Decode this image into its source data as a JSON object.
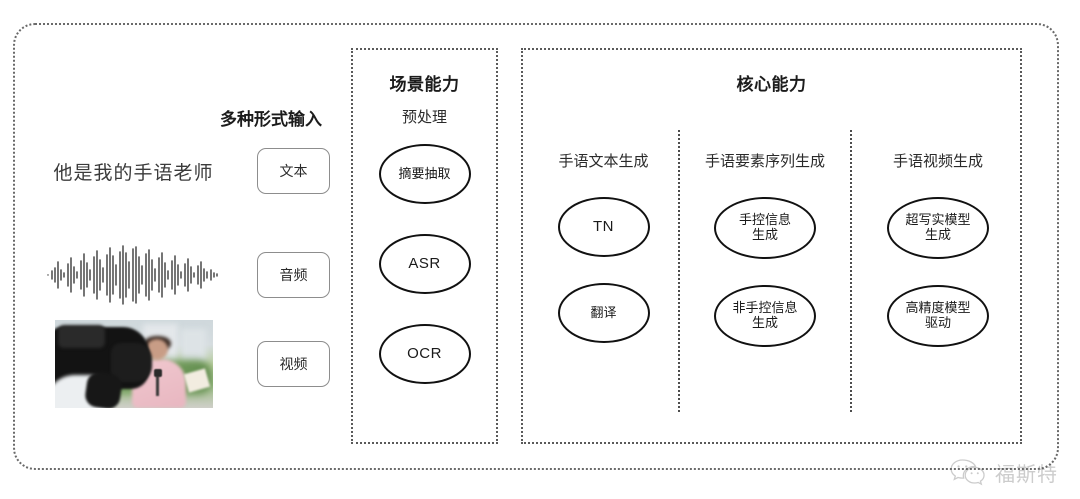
{
  "outer_frame": {
    "style": "dotted-rounded"
  },
  "inputs": {
    "header": "多种形式输入",
    "rows": [
      {
        "sample": "他是我的手语老师",
        "sample_kind": "text",
        "pill_label": "文本"
      },
      {
        "sample": "audio-waveform",
        "sample_kind": "waveform",
        "pill_label": "音频"
      },
      {
        "sample": "video-thumbnail",
        "sample_kind": "image",
        "pill_label": "视频"
      }
    ]
  },
  "scene_panel": {
    "title": "场景能力",
    "subtitle": "预处理",
    "nodes": [
      {
        "label": "摘要抽取",
        "script": "cjk"
      },
      {
        "label": "ASR",
        "script": "latin"
      },
      {
        "label": "OCR",
        "script": "latin"
      }
    ]
  },
  "core_panel": {
    "title": "核心能力",
    "columns": [
      {
        "heading": "手语文本生成",
        "nodes": [
          {
            "label": "TN",
            "script": "latin"
          },
          {
            "label": "翻译",
            "script": "cjk"
          }
        ]
      },
      {
        "heading": "手语要素序列生成",
        "nodes": [
          {
            "label": "手控信息\n生成",
            "script": "cjk"
          },
          {
            "label": "非手控信息\n生成",
            "script": "cjk"
          }
        ]
      },
      {
        "heading": "手语视频生成",
        "nodes": [
          {
            "label": "超写实模型\n生成",
            "script": "cjk"
          },
          {
            "label": "高精度模型\n驱动",
            "script": "cjk"
          }
        ]
      }
    ]
  },
  "watermark": {
    "icon": "wechat-icon",
    "text": "福斯特"
  },
  "colors": {
    "frame": "#5a5a5a",
    "node_border": "#111111",
    "pill_border": "#8d8d8d",
    "text": "#2a2a2a"
  }
}
